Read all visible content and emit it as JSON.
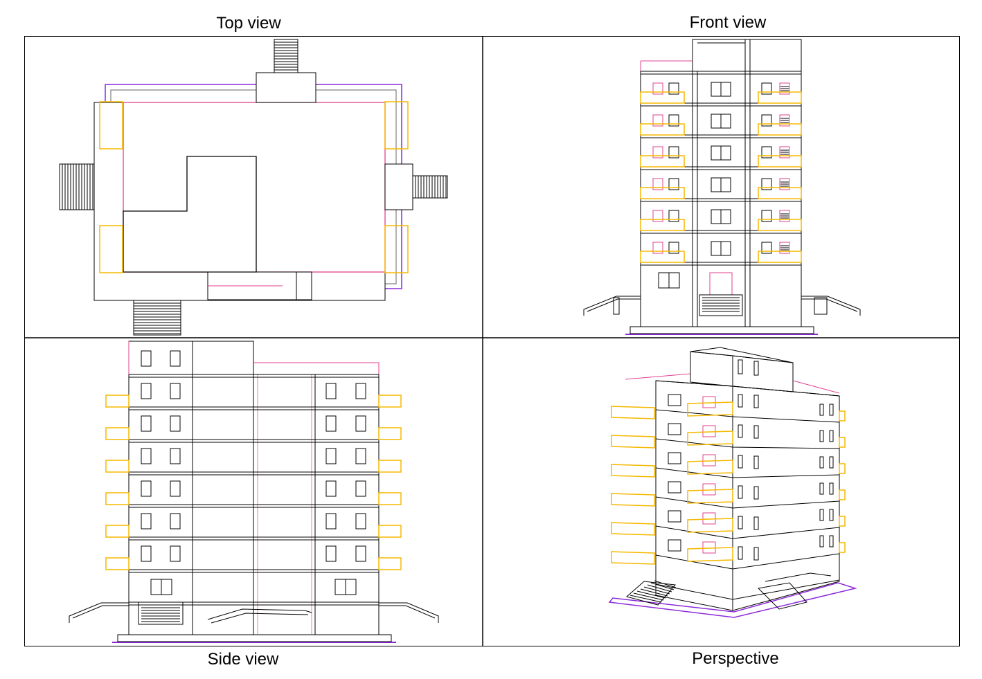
{
  "labels": {
    "top_view": "Top view",
    "front_view": "Front view",
    "side_view": "Side view",
    "perspective": "Perspective"
  },
  "colors": {
    "line": "#000000",
    "balcony": "#f5b800",
    "inner_outline": "#e0408f",
    "base_outline": "#8b2bd8"
  },
  "building": {
    "floors_with_balconies": 6,
    "ground_floor": 1,
    "top_technical_floor": 1
  }
}
